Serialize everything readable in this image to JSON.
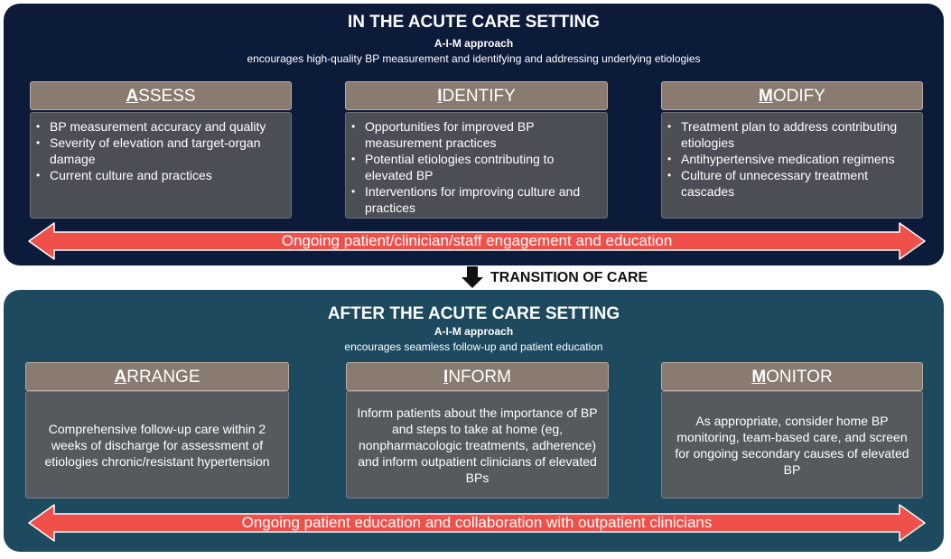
{
  "acute": {
    "title": "IN THE ACUTE CARE SETTING",
    "approach": "A-I-M approach",
    "description": "encourages high-quality BP measurement and identifying and addressing underlying etiologies",
    "steps": [
      {
        "initial": "A",
        "rest": "SSESS",
        "items": [
          "BP measurement accuracy and quality",
          "Severity of elevation and target-organ damage",
          "Current culture and practices"
        ]
      },
      {
        "initial": "I",
        "rest": "DENTIFY",
        "items": [
          "Opportunities for improved BP measurement practices",
          "Potential etiologies contributing to elevated BP",
          "Interventions for improving culture and practices"
        ]
      },
      {
        "initial": "M",
        "rest": "ODIFY",
        "items": [
          "Treatment plan to address contributing etiologies",
          "Antihypertensive medication regimens",
          "Culture of unnecessary treatment cascades"
        ]
      }
    ],
    "arrow_text": "Ongoing patient/clinician/staff engagement and education"
  },
  "transition": {
    "label": "TRANSITION OF CARE"
  },
  "after": {
    "title": "AFTER THE ACUTE CARE SETTING",
    "approach": "A-I-M approach",
    "description": "encourages seamless follow-up and patient education",
    "steps": [
      {
        "initial": "A",
        "rest": "RRANGE",
        "text": "Comprehensive follow-up care within 2 weeks of discharge for assessment of etiologies chronic/resistant hypertension"
      },
      {
        "initial": "I",
        "rest": "NFORM",
        "text": "Inform patients about the importance of BP and steps to take at home (eg, nonpharmacologic treatments, adherence) and inform outpatient clinicians of elevated BPs"
      },
      {
        "initial": "M",
        "rest": "ONITOR",
        "text": "As appropriate, consider home BP monitoring, team-based care, and screen for ongoing secondary causes of elevated BP"
      }
    ],
    "arrow_text": "Ongoing patient education and collaboration with outpatient clinicians"
  },
  "colors": {
    "top_panel": "#0d1b3b",
    "bottom_panel": "#1d4a5f",
    "step_header": "#8a7b70",
    "step_body": "#4c4e56",
    "arrow_fill": "#f0504a",
    "arrow_outline": "#ffffff"
  }
}
